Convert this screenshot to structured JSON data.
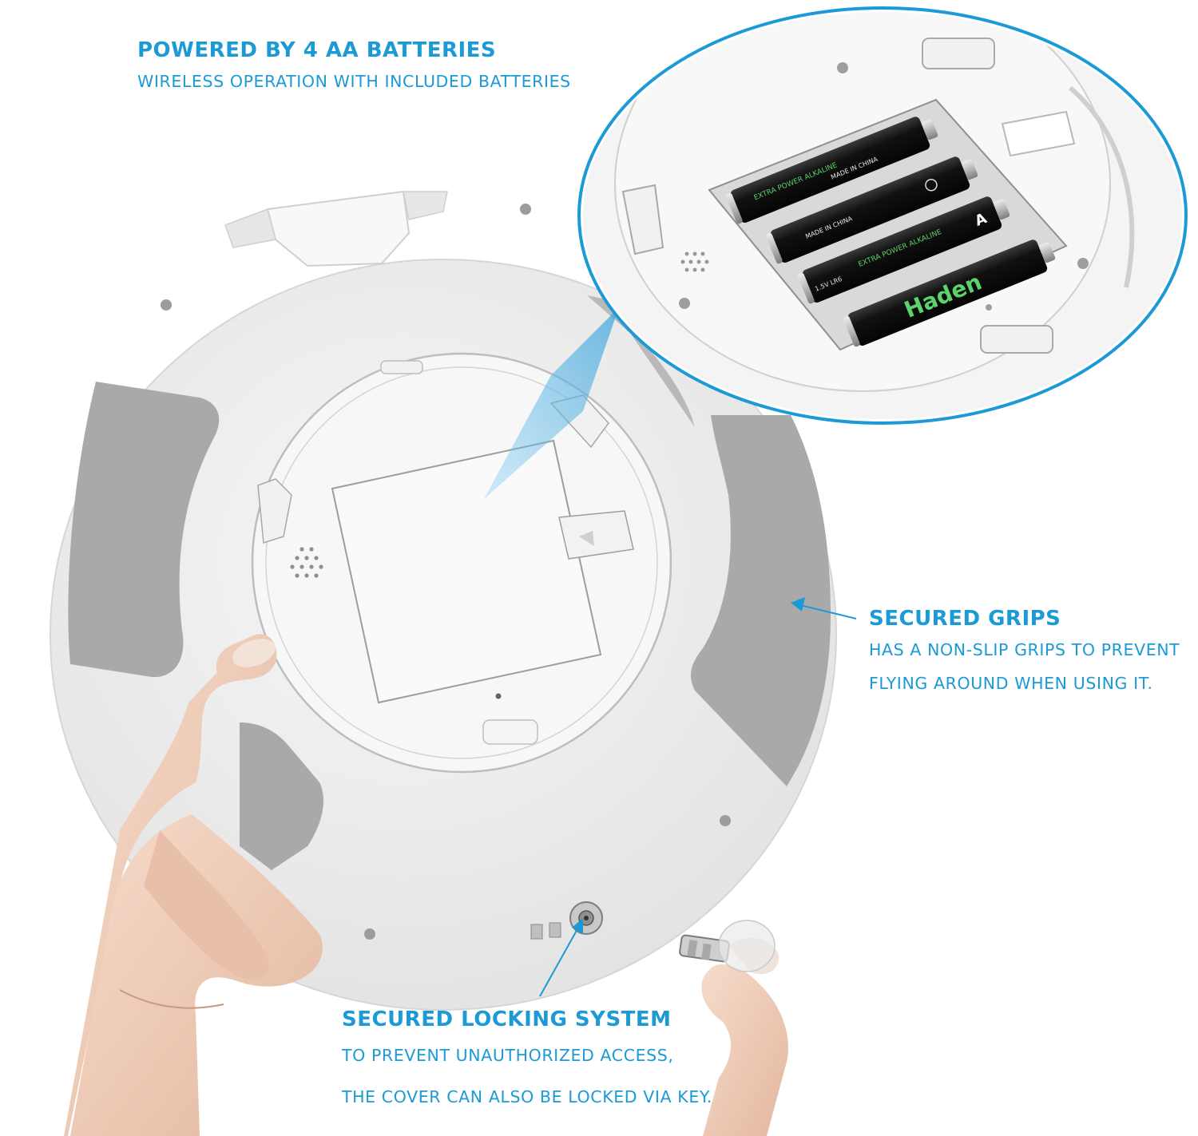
{
  "callouts": {
    "batteries": {
      "heading": "POWERED BY 4 AA BATTERIES",
      "lines": [
        "WIRELESS OPERATION WITH INCLUDED BATTERIES"
      ]
    },
    "grips": {
      "heading": "SECURED GRIPS",
      "lines": [
        "HAS A NON-SLIP GRIPS TO PREVENT",
        "FLYING AROUND WHEN USING IT."
      ]
    },
    "lock": {
      "heading": "SECURED LOCKING SYSTEM",
      "lines": [
        "TO PREVENT UNAUTHORIZED ACCESS,",
        "THE COVER CAN ALSO BE LOCKED VIA KEY."
      ]
    }
  },
  "battery_labels": {
    "brand": "EXTRA POWER ALKALINE",
    "made_in": "MADE IN CHINA",
    "voltage": "1.5V LR6",
    "size": "A",
    "logo": "Haden"
  },
  "colors": {
    "accent": "#1b9ad6",
    "device_white": "#f3f3f3",
    "grip_grey": "#a8a8a8",
    "battery_black": "#161616",
    "battery_green": "#5bd36a"
  }
}
